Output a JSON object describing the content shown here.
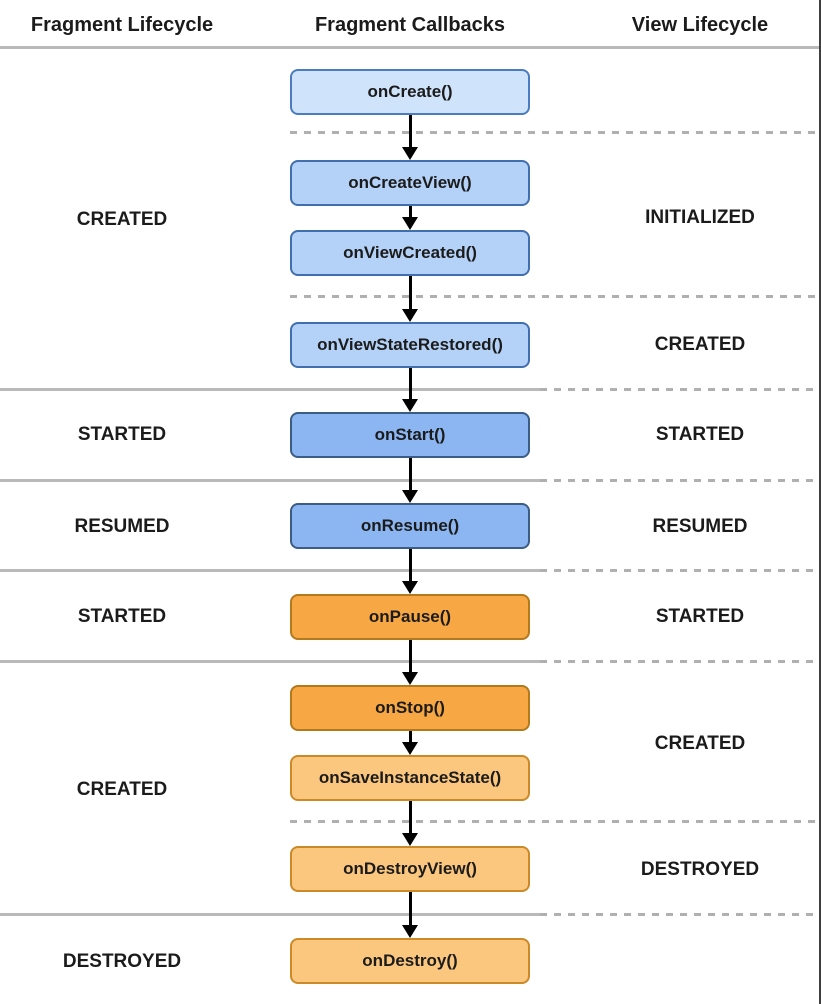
{
  "header": {
    "columns": [
      {
        "label": "Fragment Lifecycle"
      },
      {
        "label": "Fragment Callbacks"
      },
      {
        "label": "View Lifecycle"
      }
    ]
  },
  "callbacks": [
    {
      "label": "onCreate()"
    },
    {
      "label": "onCreateView()"
    },
    {
      "label": "onViewCreated()"
    },
    {
      "label": "onViewStateRestored()"
    },
    {
      "label": "onStart()"
    },
    {
      "label": "onResume()"
    },
    {
      "label": "onPause()"
    },
    {
      "label": "onStop()"
    },
    {
      "label": "onSaveInstanceState()"
    },
    {
      "label": "onDestroyView()"
    },
    {
      "label": "onDestroy()"
    }
  ],
  "fragment_lifecycle_states": [
    {
      "label": "CREATED"
    },
    {
      "label": "STARTED"
    },
    {
      "label": "RESUMED"
    },
    {
      "label": "STARTED"
    },
    {
      "label": "CREATED"
    },
    {
      "label": "DESTROYED"
    }
  ],
  "view_lifecycle_states": [
    {
      "label": "INITIALIZED"
    },
    {
      "label": "CREATED"
    },
    {
      "label": "STARTED"
    },
    {
      "label": "RESUMED"
    },
    {
      "label": "STARTED"
    },
    {
      "label": "CREATED"
    },
    {
      "label": "DESTROYED"
    }
  ],
  "colors": {
    "blue_pale": "#cfe3fb",
    "blue_pale_border": "#4a7cbf",
    "blue_light": "#b4d2f7",
    "blue_light_border": "#416fae",
    "blue_mid": "#8cb6f1",
    "blue_mid_border": "#3a5c85",
    "orange_strong": "#f7a845",
    "orange_strong_border": "#b4791c",
    "orange_light": "#fbc67e",
    "orange_light_border": "#cb8a27",
    "line_solid": "#b9b9b9",
    "line_dash": "#b0b0b0",
    "text": "#1b1b1b"
  }
}
